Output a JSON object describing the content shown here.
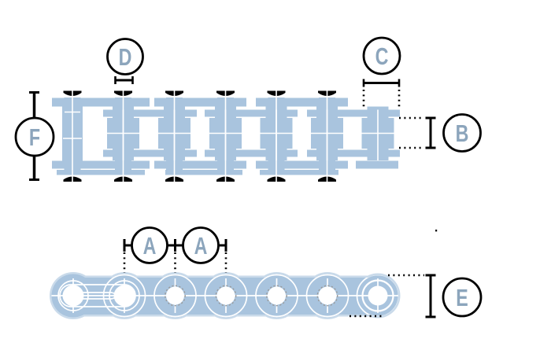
{
  "diagram": {
    "labels": {
      "f": "F",
      "d": "D",
      "c": "C",
      "b": "B",
      "a1": "A",
      "a2": "A",
      "e": "E"
    },
    "colors": {
      "chain": "#a9c4de",
      "chain_highlight": "#c9daea",
      "outline": "#000000",
      "label_text": "#8ca5bc",
      "detail_line": "#ffffff",
      "dashed_ring": "#9a9a9a"
    }
  }
}
